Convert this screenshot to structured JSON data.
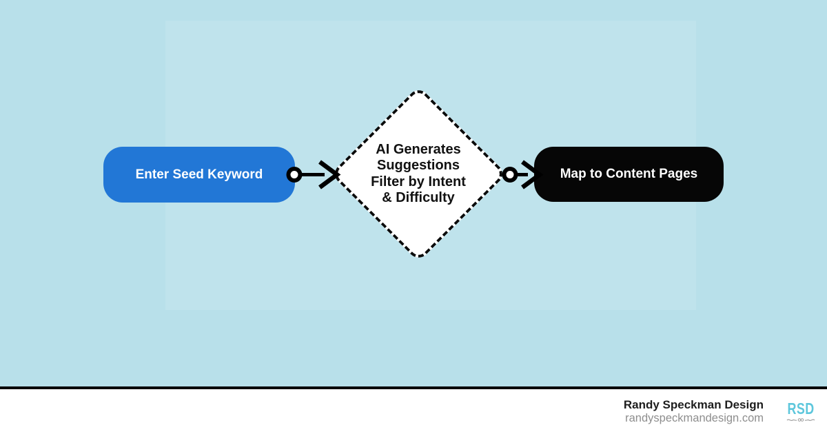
{
  "background_color": "#b8e0ea",
  "flowchart": {
    "nodes": [
      {
        "id": "start",
        "type": "start-pill",
        "label": "Enter Seed Keyword",
        "fill": "#2277d6",
        "text_color": "#ffffff"
      },
      {
        "id": "decision",
        "type": "decision-diamond",
        "label": "AI Generates Suggestions Filter by Intent & Difficulty",
        "label_lines": [
          "AI Generates",
          "Suggestions",
          "Filter by Intent",
          "& Difficulty"
        ],
        "fill": "#ffffff",
        "border_style": "dashed",
        "border_color": "#0c0c0c",
        "text_color": "#111111"
      },
      {
        "id": "end",
        "type": "end-pill",
        "label": "Map to Content Pages",
        "fill": "#060606",
        "text_color": "#ffffff"
      }
    ],
    "connectors": [
      {
        "from": "start",
        "to": "decision",
        "style": "circle-start open-arrowhead",
        "color": "#000000"
      },
      {
        "from": "decision",
        "to": "end",
        "style": "circle-start open-arrowhead",
        "color": "#000000"
      }
    ]
  },
  "footer": {
    "brand_name": "Randy Speckman Design",
    "website": "randyspeckmandesign.com",
    "logo_text": "RSD",
    "logo_color": "#5ec7dc",
    "background": "#ffffff",
    "top_border_color": "#000000"
  }
}
